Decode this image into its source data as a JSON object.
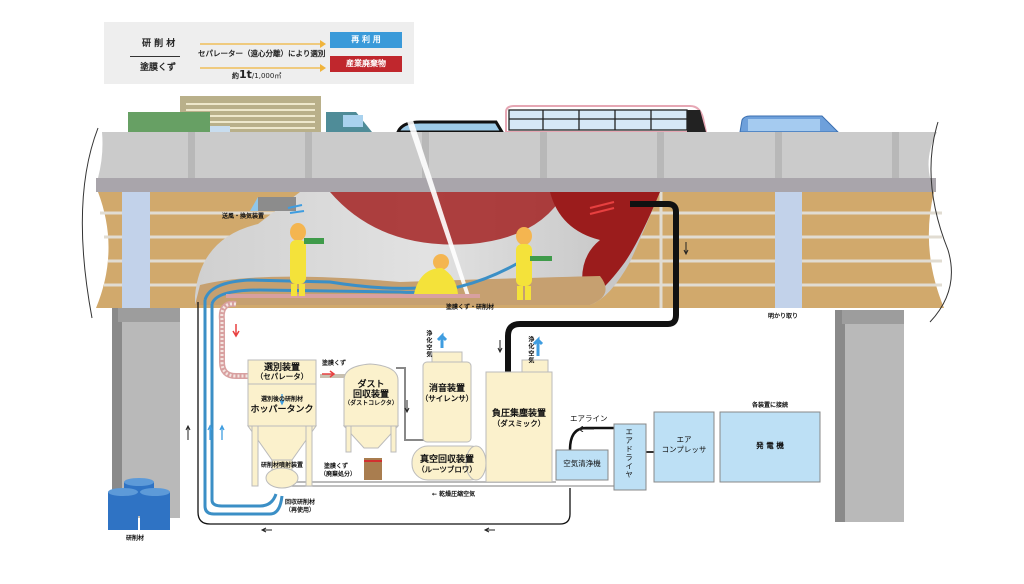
{
  "legend": {
    "material_label": "研 削 材",
    "debris_label": "塗膜くず",
    "separator_text": "セパレーター（遠心分離）により選別",
    "amount_prefix": "約",
    "amount_value": "1t",
    "amount_suffix": "/1,000㎡",
    "reuse_label": "再 利 用",
    "waste_label": "産業廃棄物",
    "colors": {
      "reuse": "#3a9ad9",
      "waste": "#c0272d",
      "arrow": "#f0b43c"
    }
  },
  "scene": {
    "ventilation_label": "送風・換気装置",
    "debris_material_label": "塗膜くず・研削材",
    "skylight_label": "明かり取り",
    "drums_label": "研削材"
  },
  "equipment": {
    "separator": {
      "title": "選別装置",
      "subtitle": "（セパレータ）"
    },
    "hopper": {
      "caption": "選別後の研削材",
      "title": "ホッパータンク"
    },
    "blast_unit": "研削材噴射装置",
    "dust_collector": {
      "title1": "ダスト",
      "title2": "回収装置",
      "subtitle": "（ダストコレクタ）"
    },
    "debris_bucket": {
      "title": "塗膜くず",
      "subtitle": "（廃棄処分）"
    },
    "silencer": {
      "title": "消音装置",
      "subtitle": "（サイレンサ）"
    },
    "vacuum": {
      "title": "真空回収装置",
      "subtitle": "（ルーツブロワ）"
    },
    "dust_mic": {
      "title": "負圧集塵装置",
      "subtitle": "（ダスミック）"
    },
    "air_cleaner": "空気清浄機",
    "air_dryer": "エアドライヤ",
    "compressor": {
      "line1": "エア",
      "line2": "コンプレッサ"
    },
    "generator": "発 電 機",
    "generator_note": "各装置に接続",
    "purified_air_1": "浄化空気",
    "purified_air_2": "浄化空気",
    "recovered_material": {
      "title": "回収研削材",
      "subtitle": "（再使用）"
    },
    "debris_flow_label": "塗膜くず",
    "air_line_label": "エアライン",
    "dry_air_label": "← 乾燥圧縮空気"
  }
}
